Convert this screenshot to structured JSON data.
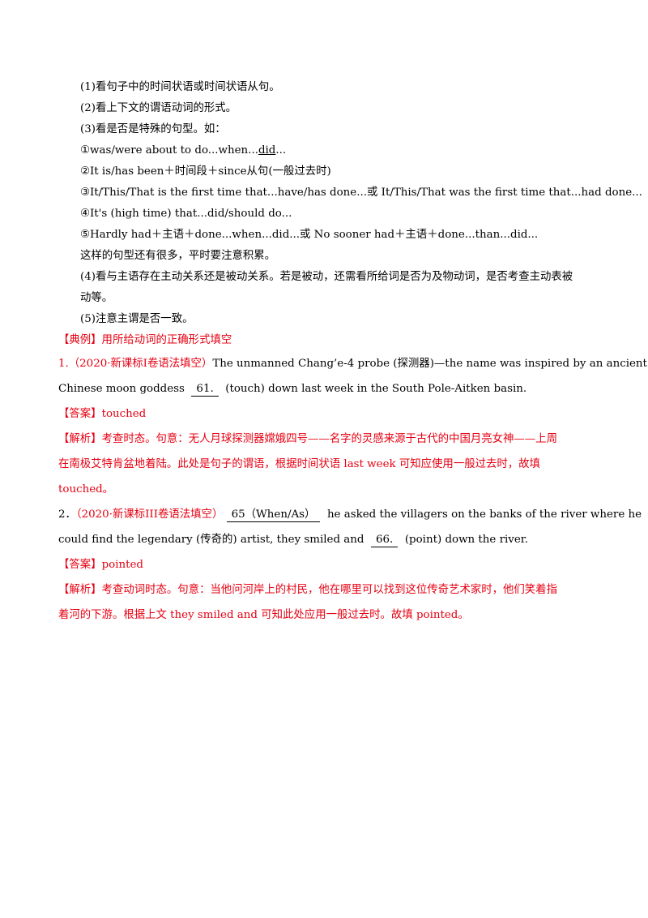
{
  "tips": [
    "(1)看句子中的时间状语或时间状语从句。",
    "(2)看上下文的谓语动词的形式。",
    "(3)看是否是特殊的句型。如："
  ],
  "pattern1": {
    "pre": "①was/were about to do...when...",
    "under": "did",
    "post": "..."
  },
  "patterns": [
    "②It is/has been＋时间段＋since从句(一般过去时)",
    "③It/This/That is the first time that...have/has done...或 It/This/That was the first time that...had done...",
    "④It's (high time) that...did/should do...",
    "⑤Hardly had＋主语＋done...when...did...或 No sooner had＋主语＋done...than...did..."
  ],
  "note": "这样的句型还有很多，平时要注意积累。",
  "tip4": "(4)看与主语存在主动关系还是被动关系。若是被动，还需看所给词是否为及物动词，是否考查主动表被动等。",
  "tip5": "(5)注意主谓是否一致。",
  "example_heading": "【典例】用所给动词的正确形式填空",
  "q1": {
    "source": "1.（2020·新课标I卷语法填空）",
    "text_a": "The unmanned Chang’e-4 probe (探测器)—the name was inspired by an ancient",
    "text_b": "Chinese moon goddess",
    "blank": "61.",
    "text_c": "(touch) down last week in the South Pole-Aitken basin.",
    "answer_label": "【答案】",
    "answer": "touched",
    "analysis_label": "【解析】",
    "analysis_1": "考查时态。句意：无人月球探测器嫦娥四号——名字的灵感来源于古代的中国月亮女神——上周",
    "analysis_2": "在南极艾特肯盆地着陆。此处是句子的谓语，根据时间状语 last week 可知应使用一般过去时，故填",
    "analysis_3": "touched。"
  },
  "q2": {
    "num": "2．",
    "source": "（2020·新课标III卷语法填空）",
    "blank1": "65（When/As）",
    "text_a": "he asked the villagers on the banks of the river where he",
    "text_b": "could find the legendary (传奇的) artist, they smiled and",
    "blank2": "66.",
    "text_c": "(point) down the river.",
    "answer_label": "【答案】",
    "answer": "pointed",
    "analysis_label": "【解析】",
    "analysis_1": "考查动词时态。句意：当他问河岸上的村民，他在哪里可以找到这位传奇艺术家时，他们笑着指",
    "analysis_2": "着河的下游。根据上文 they smiled and 可知此处应用一般过去时。故填 pointed。"
  }
}
